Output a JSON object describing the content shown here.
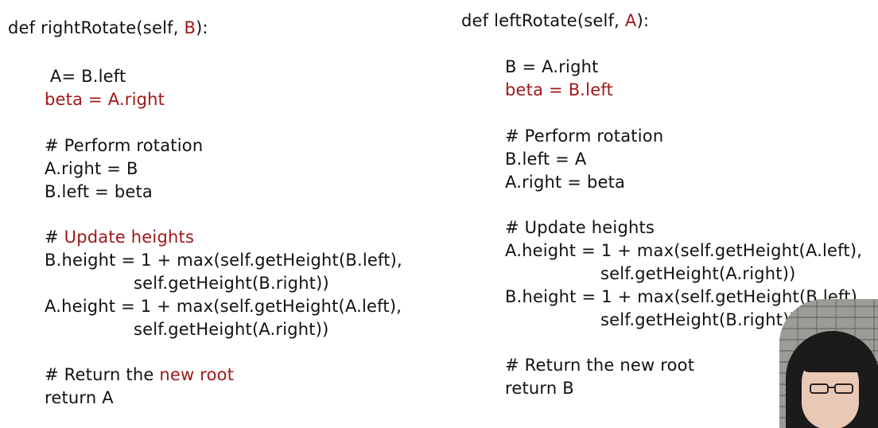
{
  "left_code": {
    "def_prefix": "def rightRotate(self, ",
    "def_param": "B",
    "def_suffix": "):",
    "line_a_left": " A= B.left",
    "line_beta": "beta = A.right",
    "comment_rotation": "# Perform rotation",
    "line_a_right": "A.right = B",
    "line_b_left": "B.left = beta",
    "comment_update_prefix": "# ",
    "comment_update_red": "Update heights",
    "b_height_1": "B.height = 1 + max(self.getHeight(B.left),",
    "b_height_2": "self.getHeight(B.right))",
    "a_height_1": "A.height = 1 + max(self.getHeight(A.left),",
    "a_height_2": "self.getHeight(A.right))",
    "comment_return_prefix": "# Return the ",
    "comment_return_red": "new root",
    "return_line": "return A"
  },
  "right_code": {
    "def_prefix": "def leftRotate(self, ",
    "def_param": "A",
    "def_suffix": "):",
    "line_b_right": "B = A.right",
    "line_beta": "beta = B.left",
    "comment_rotation": "# Perform rotation",
    "line_b_left": "B.left = A",
    "line_a_right": "A.right = beta",
    "comment_update": "# Update heights",
    "a_height_1": "A.height = 1 + max(self.getHeight(A.left),",
    "a_height_2": "self.getHeight(A.right))",
    "b_height_1": "B.height = 1 + max(self.getHeight(B.left),",
    "b_height_2": "self.getHeight(B.right))",
    "comment_return": "# Return the new root",
    "return_line": "return B"
  },
  "colors": {
    "text": "#111111",
    "highlight_red": "#a01818",
    "background": "#ffffff"
  },
  "webcam": {
    "subject": "presenter-webcam-feed"
  }
}
